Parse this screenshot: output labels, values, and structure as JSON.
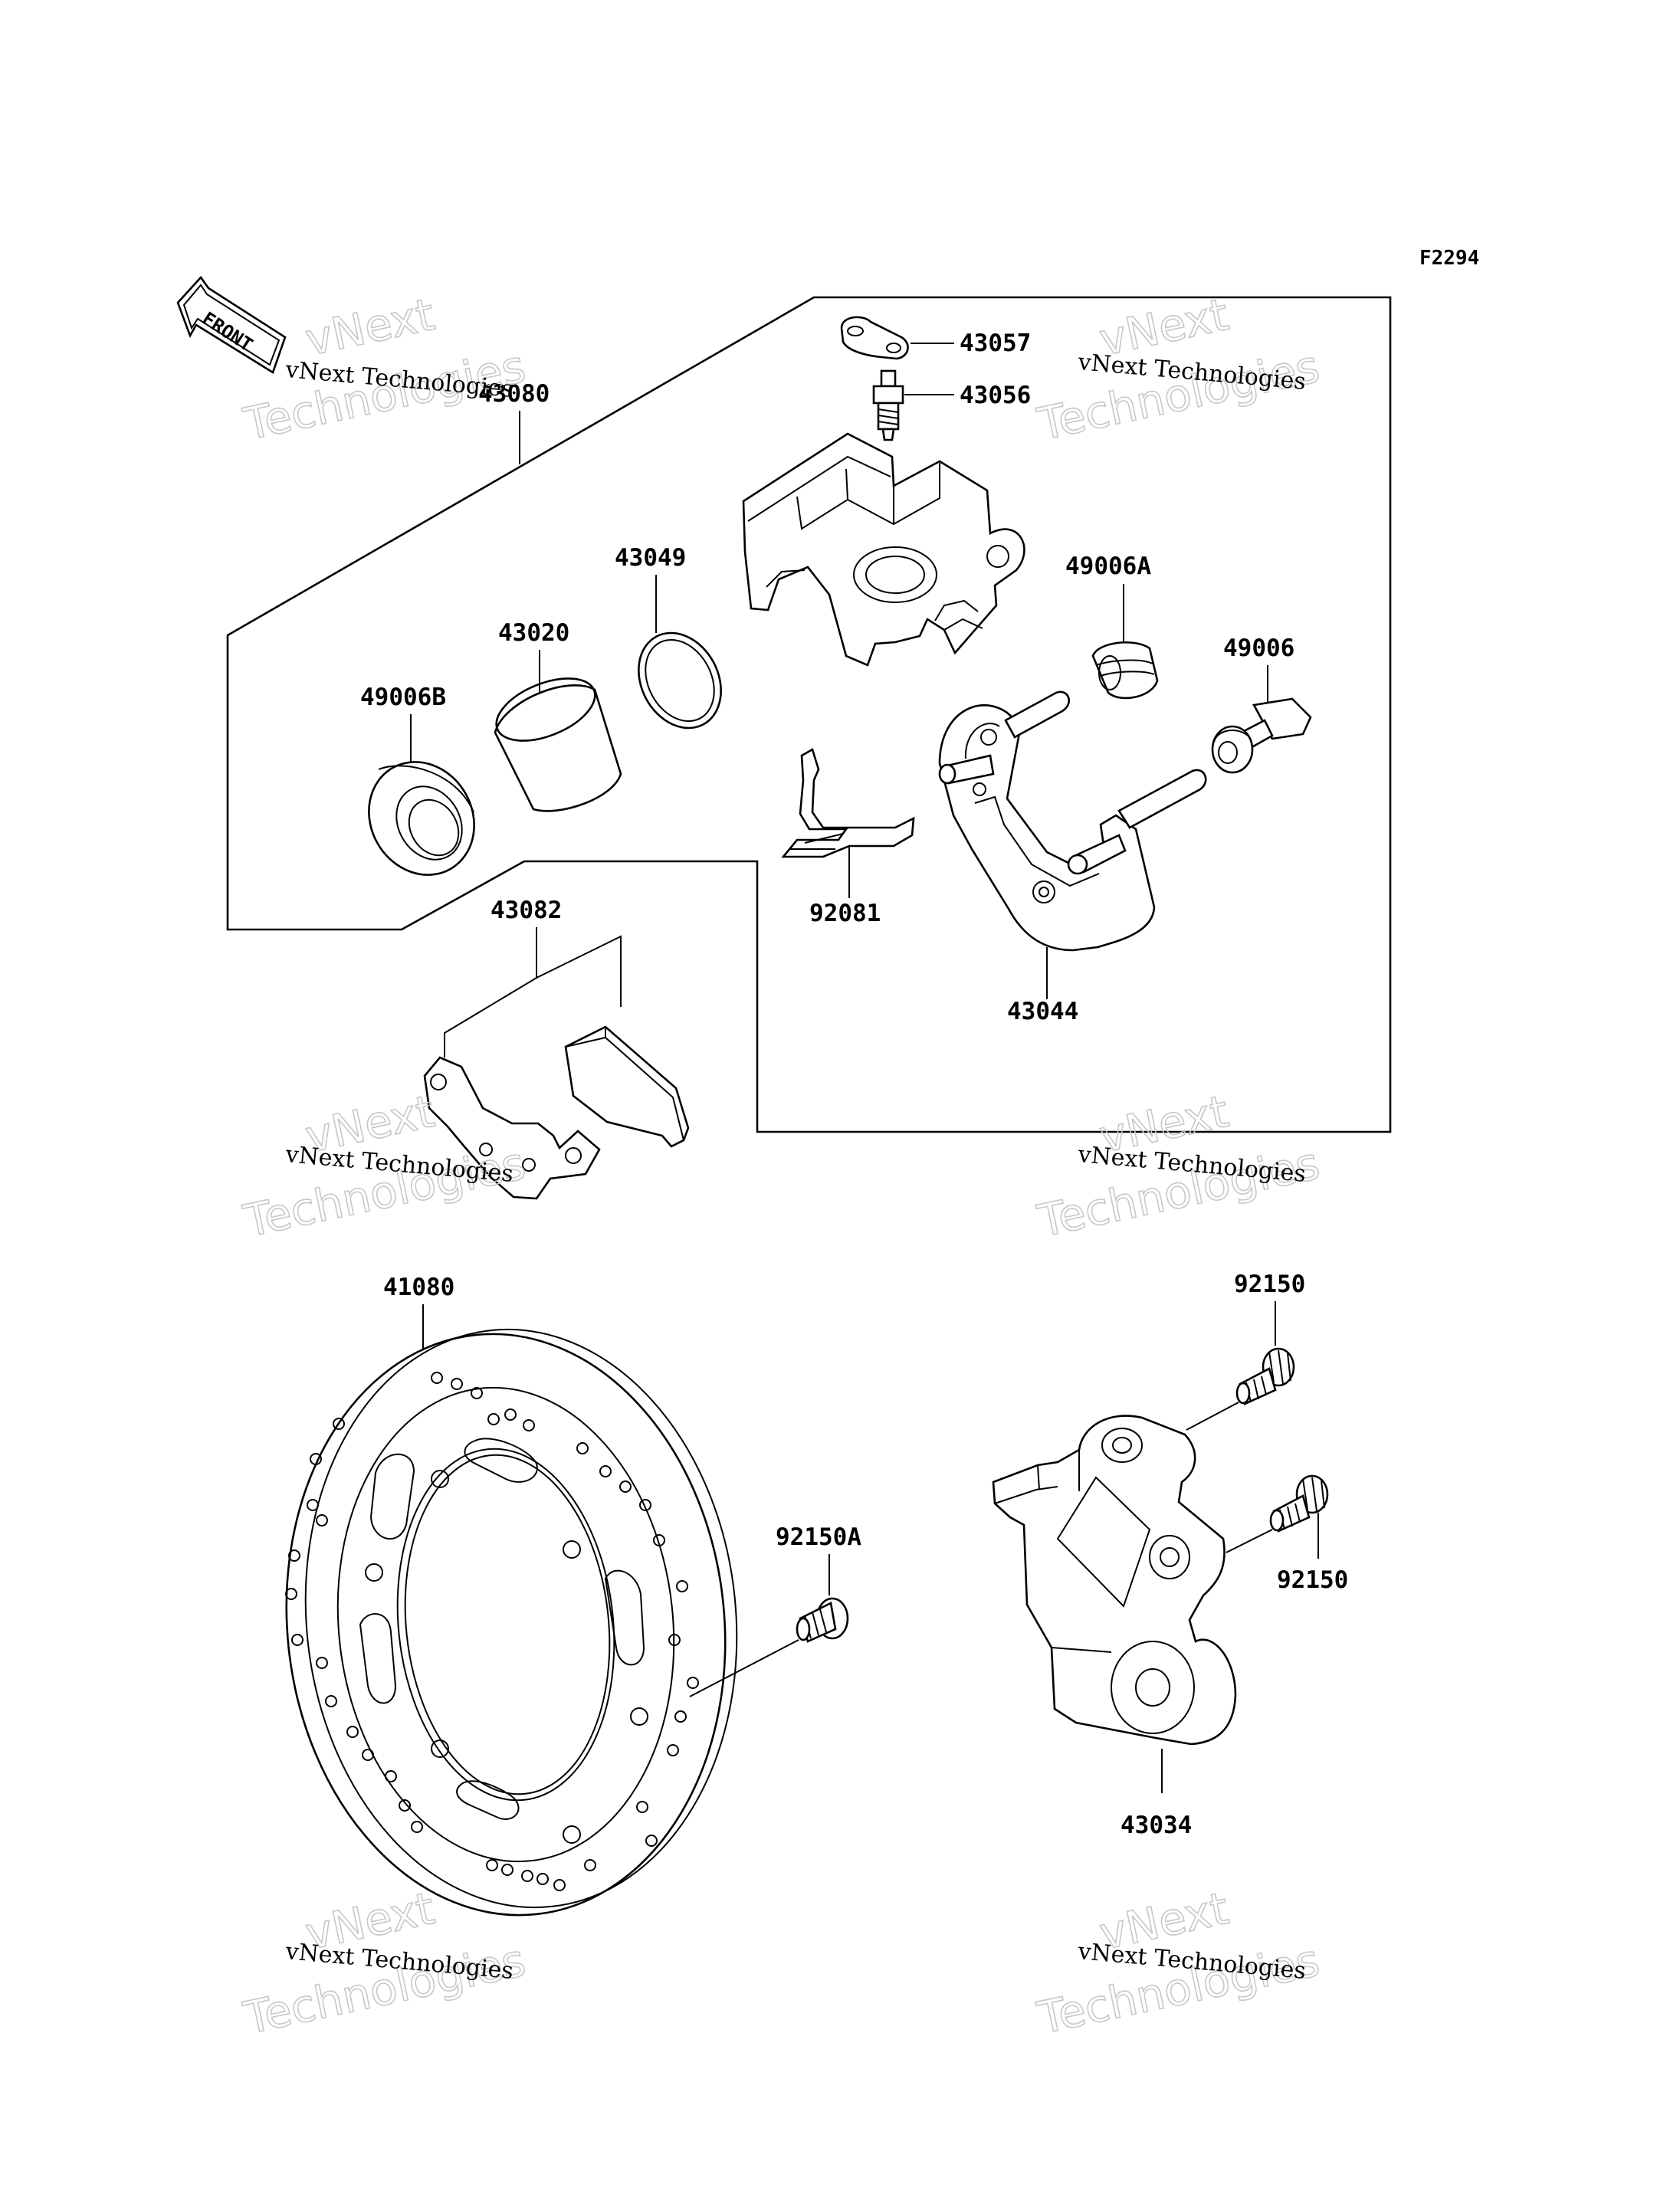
{
  "figure_code": "F2294",
  "front_label": "FRONT",
  "watermark": {
    "line1": "vNext Technologies",
    "line2": "vNext",
    "line3": "Technologies"
  },
  "parts": {
    "p43057": "43057",
    "p43056": "43056",
    "p43080": "43080",
    "p43049": "43049",
    "p49006A": "49006A",
    "p43020": "43020",
    "p49006": "49006",
    "p49006B": "49006B",
    "p92081": "92081",
    "p43082": "43082",
    "p43044": "43044",
    "p41080": "41080",
    "p92150_top": "92150",
    "p92150A": "92150A",
    "p92150_mid": "92150",
    "p43034": "43034"
  }
}
